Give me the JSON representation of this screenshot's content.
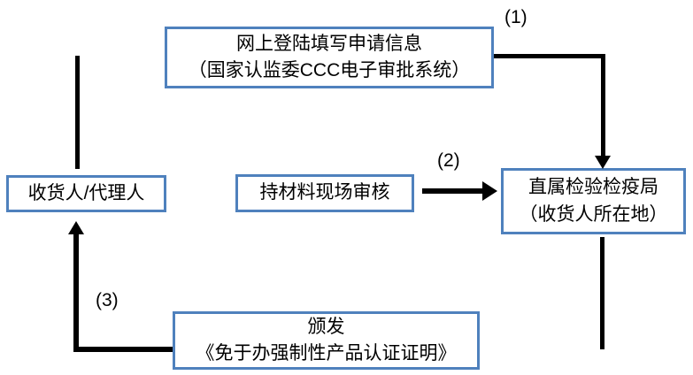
{
  "diagram": {
    "boxes": {
      "online_application": {
        "line1": "网上登陆填写申请信息",
        "line2": "（国家认监委CCC电子审批系统）"
      },
      "consignee": {
        "label": "收货人/代理人"
      },
      "onsite_review": {
        "label": "持材料现场审核"
      },
      "ciq_bureau": {
        "line1": "直属检验检疫局",
        "line2": "（收货人所在地）"
      },
      "issue_certificate": {
        "line1": "颁发",
        "line2": "《免于办强制性产品认证证明》"
      }
    },
    "labels": {
      "step1": "(1)",
      "step2": "(2)",
      "step3": "(3)"
    },
    "colors": {
      "box_border": "#4f81bd",
      "arrow": "#000000",
      "background": "#ffffff",
      "text": "#000000"
    }
  }
}
